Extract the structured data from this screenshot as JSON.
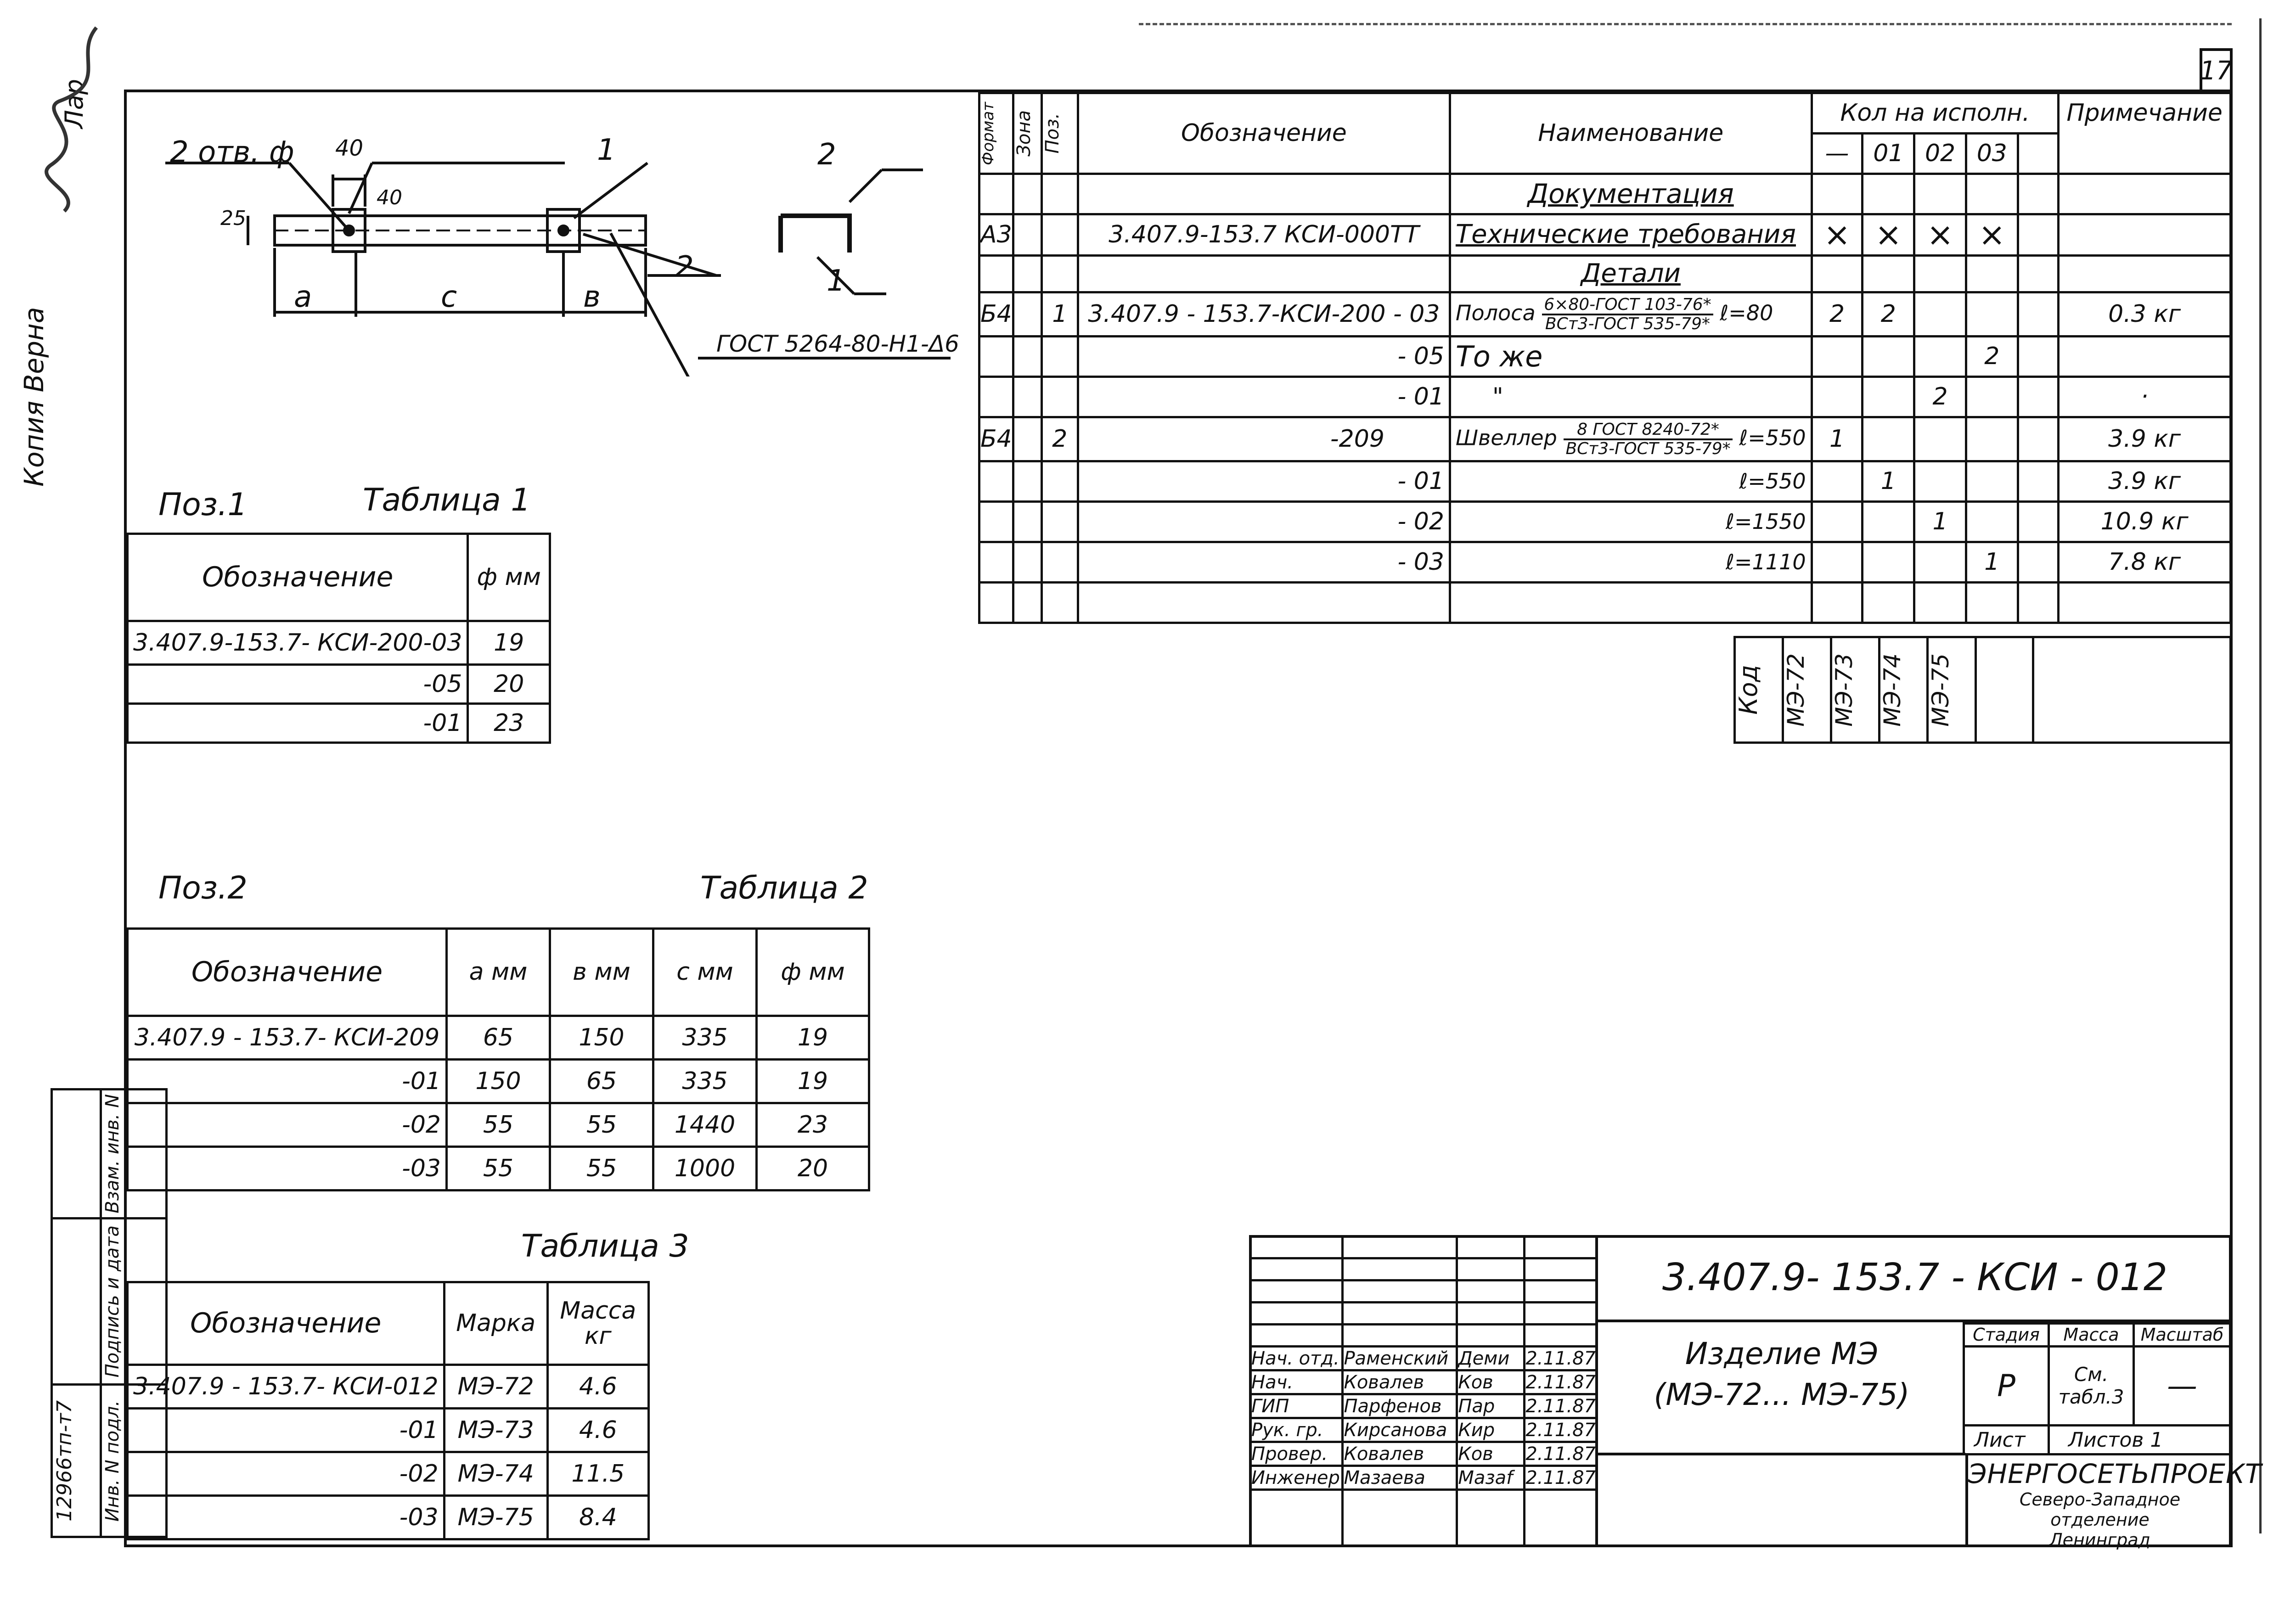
{
  "page_number": "17",
  "side": {
    "copy_note": "Копия Верна",
    "signature_text": "Лар"
  },
  "stamp": {
    "cells": [
      "Взам. инв. N",
      "Подпись и дата",
      "Инв. N подл.",
      "12966тп-т7"
    ]
  },
  "drawing": {
    "holes": "2 отв. ф",
    "dim_40a": "40",
    "dim_40b": "40",
    "dim_25": "25",
    "pos1": "1",
    "pos2": "2",
    "pos2b": "2",
    "pos1b": "1",
    "a": "a",
    "c": "c",
    "b": "в",
    "weld": "ГОСТ 5264-80-Н1-Δ6"
  },
  "pos1": {
    "label": "Поз.1",
    "table_title": "Таблица 1"
  },
  "table1": {
    "headers": [
      "Обозначение",
      "ф мм"
    ],
    "rows": [
      [
        "3.407.9-153.7- КСИ-200-03",
        "19"
      ],
      [
        "-05",
        "20"
      ],
      [
        "-01",
        "23"
      ]
    ]
  },
  "pos2": {
    "label": "Поз.2",
    "table_title": "Таблица 2"
  },
  "table2": {
    "headers": [
      "Обозначение",
      "a мм",
      "в мм",
      "c мм",
      "ф мм"
    ],
    "rows": [
      [
        "3.407.9 - 153.7- КСИ-209",
        "65",
        "150",
        "335",
        "19"
      ],
      [
        "-01",
        "150",
        "65",
        "335",
        "19"
      ],
      [
        "-02",
        "55",
        "55",
        "1440",
        "23"
      ],
      [
        "-03",
        "55",
        "55",
        "1000",
        "20"
      ]
    ]
  },
  "table3_title": "Таблица 3",
  "table3": {
    "headers": [
      "Обозначение",
      "Марка",
      "Масса кг"
    ],
    "rows": [
      [
        "3.407.9 - 153.7- КСИ-012",
        "МЭ-72",
        "4.6"
      ],
      [
        "-01",
        "МЭ-73",
        "4.6"
      ],
      [
        "-02",
        "МЭ-74",
        "11.5"
      ],
      [
        "-03",
        "МЭ-75",
        "8.4"
      ]
    ]
  },
  "spec": {
    "headers": {
      "format": "Формат",
      "zone": "Зона",
      "pos": "Поз.",
      "designation": "Обозначение",
      "name": "Наименование",
      "qty": "Кол на исполн.",
      "note": "Примечание",
      "qty_sub": [
        "—",
        "01",
        "02",
        "03",
        ""
      ]
    },
    "sections": {
      "docs": "Документация",
      "parts": "Детали"
    },
    "rows": [
      {
        "format": "А3",
        "pos": "",
        "designation": "3.407.9-153.7 КСИ-000ТТ",
        "name": "Технические требования",
        "q": [
          "×",
          "×",
          "×",
          "×",
          ""
        ],
        "note": ""
      },
      {
        "format": "Б4",
        "pos": "1",
        "designation": "3.407.9 - 153.7-КСИ-200 - 03",
        "name_main": "Полоса",
        "frac_n": "6×80-ГОСТ 103-76*",
        "frac_d": "ВСт3-ГОСТ 535-79*",
        "name_tail": "ℓ=80",
        "q": [
          "2",
          "2",
          "",
          "",
          ""
        ],
        "note": "0.3 кг"
      },
      {
        "format": "",
        "pos": "",
        "designation": "- 05",
        "name": "То же",
        "q": [
          "",
          "",
          "",
          "2",
          ""
        ],
        "note": ""
      },
      {
        "format": "",
        "pos": "",
        "designation": "- 01",
        "name": "\"",
        "q": [
          "",
          "",
          "2",
          "",
          ""
        ],
        "note": "·"
      },
      {
        "format": "Б4",
        "pos": "2",
        "designation": "-209",
        "name_main": "Швеллер",
        "frac_n": "8 ГОСТ 8240-72*",
        "frac_d": "ВСт3-ГОСТ 535-79*",
        "name_tail": "ℓ=550",
        "q": [
          "1",
          "",
          "",
          "",
          ""
        ],
        "note": "3.9 кг"
      },
      {
        "format": "",
        "pos": "",
        "designation": "- 01",
        "name_right": "ℓ=550",
        "q": [
          "",
          "1",
          "",
          "",
          ""
        ],
        "note": "3.9 кг"
      },
      {
        "format": "",
        "pos": "",
        "designation": "- 02",
        "name_right": "ℓ=1550",
        "q": [
          "",
          "",
          "1",
          "",
          ""
        ],
        "note": "10.9 кг"
      },
      {
        "format": "",
        "pos": "",
        "designation": "- 03",
        "name_right": "ℓ=1110",
        "q": [
          "",
          "",
          "",
          "1",
          ""
        ],
        "note": "7.8 кг"
      }
    ],
    "code": {
      "label": "Код",
      "values": [
        "МЭ-72",
        "МЭ-73",
        "МЭ-74",
        "МЭ-75",
        ""
      ]
    }
  },
  "title_block": {
    "doc_code": "3.407.9- 153.7 - КСИ - 012",
    "product_name": "Изделие МЭ",
    "product_sub": "(МЭ-72... МЭ-75)",
    "stage_label": "Стадия",
    "mass_label": "Масса",
    "scale_label": "Масштаб",
    "stage": "Р",
    "mass": "См. табл.3",
    "scale": "—",
    "sheet_label": "Лист",
    "sheets_label": "Листов 1",
    "org1": "ЭНЕРГОСЕТЬПРОЕКТ",
    "org2": "Северо-Западное отделение",
    "org3": "Ленинград",
    "people": [
      {
        "role": "Нач. отд.",
        "name": "Раменский",
        "sign": "Деми",
        "date": "2.11.87"
      },
      {
        "role": "Нач.",
        "name": "Ковалев",
        "sign": "Ков",
        "date": "2.11.87"
      },
      {
        "role": "ГИП",
        "name": "Парфенов",
        "sign": "Пар",
        "date": "2.11.87"
      },
      {
        "role": "Рук. гр.",
        "name": "Кирсанова",
        "sign": "Кир",
        "date": "2.11.87"
      },
      {
        "role": "Провер.",
        "name": "Ковалев",
        "sign": "Ков",
        "date": "2.11.87"
      },
      {
        "role": "Инженер",
        "name": "Мазаева",
        "sign": "Мазаf",
        "date": "2.11.87"
      }
    ]
  }
}
